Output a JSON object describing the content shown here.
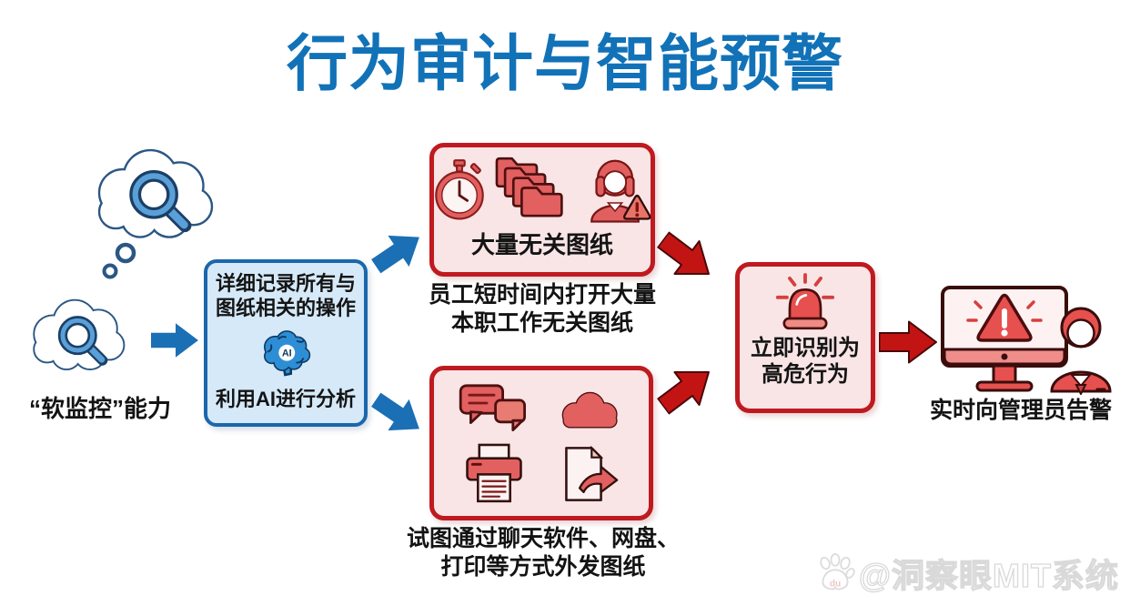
{
  "title": "行为审计与智能预警",
  "colors": {
    "title_blue": "#1272b8",
    "blue_box_border": "#1a67ac",
    "blue_box_fill": "#d5e9f8",
    "red_box_border": "#bf1a20",
    "red_box_fill": "#f9e5e5",
    "icon_red": "#e2605f",
    "arrow_blue": "#1b6fb5",
    "arrow_red": "#c31414",
    "text_black": "#131313"
  },
  "source": {
    "label": "“软监控”能力",
    "icons": [
      "thought-cloud-icon",
      "magnifier-icon"
    ]
  },
  "analysis_box": {
    "record_line1": "详细记录所有与",
    "record_line2": "图纸相关的操作",
    "ai_badge": "AI",
    "analyze_line": "利用AI进行分析",
    "icons": [
      "ai-brain-icon"
    ]
  },
  "risk_top": {
    "box_label": "大量无关图纸",
    "caption_line1": "员工短时间内打开大量",
    "caption_line2": "本职工作无关图纸",
    "icons": [
      "stopwatch-icon",
      "folders-stack-icon",
      "employee-warning-icon"
    ]
  },
  "risk_bottom": {
    "caption_line1": "试图通过聊天软件、网盘、",
    "caption_line2": "打印等方式外发图纸",
    "icons": [
      "chat-bubbles-icon",
      "cloud-drive-icon",
      "printer-icon",
      "file-export-icon"
    ]
  },
  "alert_box": {
    "line1": "立即识别为",
    "line2": "高危行为",
    "icons": [
      "siren-icon"
    ]
  },
  "notify": {
    "caption": "实时向管理员告警",
    "icons": [
      "monitor-warning-icon",
      "admin-person-icon"
    ]
  },
  "watermark": {
    "logo_text": "du",
    "text": "@洞察眼MIT系统"
  }
}
